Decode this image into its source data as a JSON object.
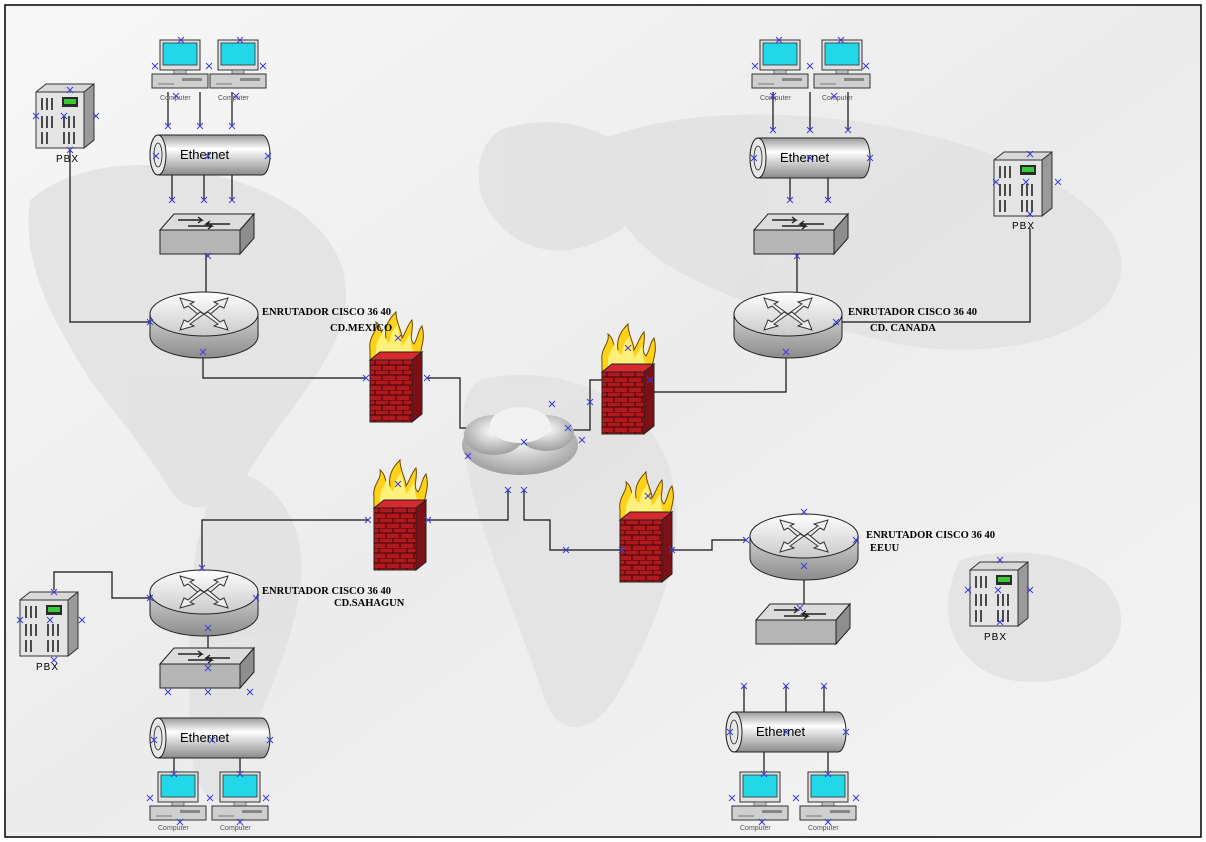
{
  "routers": {
    "mexico": {
      "line1": "ENRUTADOR CISCO 36 40",
      "line2": "CD.MEXICO"
    },
    "canada": {
      "line1": "ENRUTADOR CISCO 36 40",
      "line2": "CD. CANADA"
    },
    "sahagun": {
      "line1": "ENRUTADOR CISCO 36 40",
      "line2": "CD.SAHAGUN"
    },
    "eeuu": {
      "line1": "ENRUTADOR CISCO 36 40",
      "line2": "EEUU"
    }
  },
  "labels": {
    "pbx": "PBX",
    "computer": "Computer",
    "ethernet": "Ethernet"
  },
  "colors": {
    "firewall_brick": "#b0191e",
    "flame": "#ffd21a",
    "monitor_screen": "#22d8e8",
    "device_gray": "#c8c8c8",
    "connection_marker": "#3b3bd6"
  }
}
